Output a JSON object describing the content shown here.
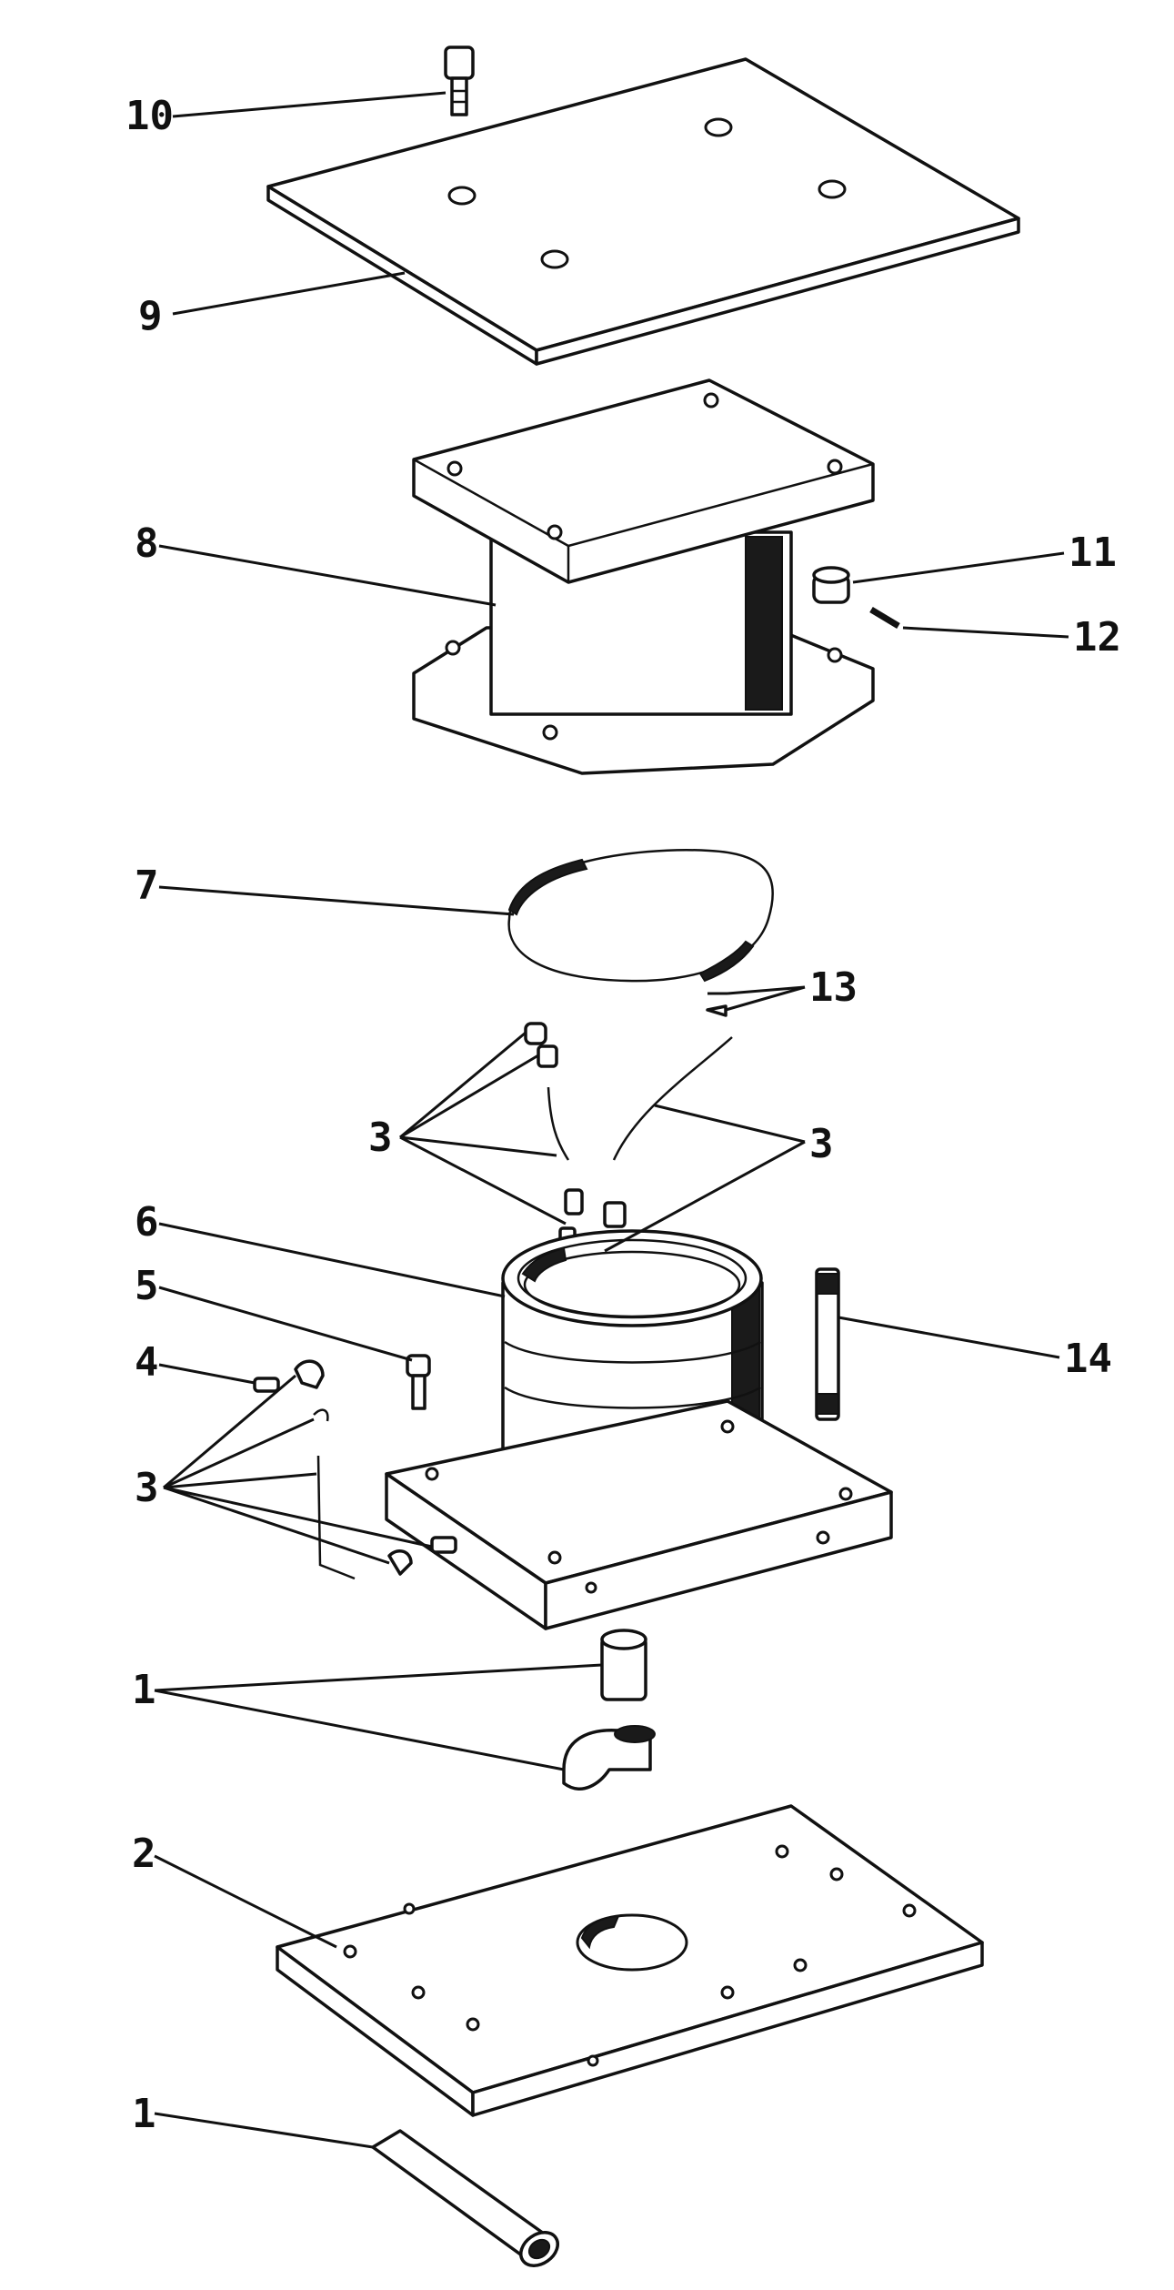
{
  "diagram": {
    "labels": {
      "l1_top": "1",
      "l1_bottom": "1",
      "l2": "2",
      "l3_upper_left": "3",
      "l3_upper_right": "3",
      "l3_lower_left": "3",
      "l4": "4",
      "l5": "5",
      "l6": "6",
      "l7": "7",
      "l8": "8",
      "l9": "9",
      "l10": "10",
      "l11": "11",
      "l12": "12",
      "l13": "13",
      "l14": "14"
    }
  }
}
